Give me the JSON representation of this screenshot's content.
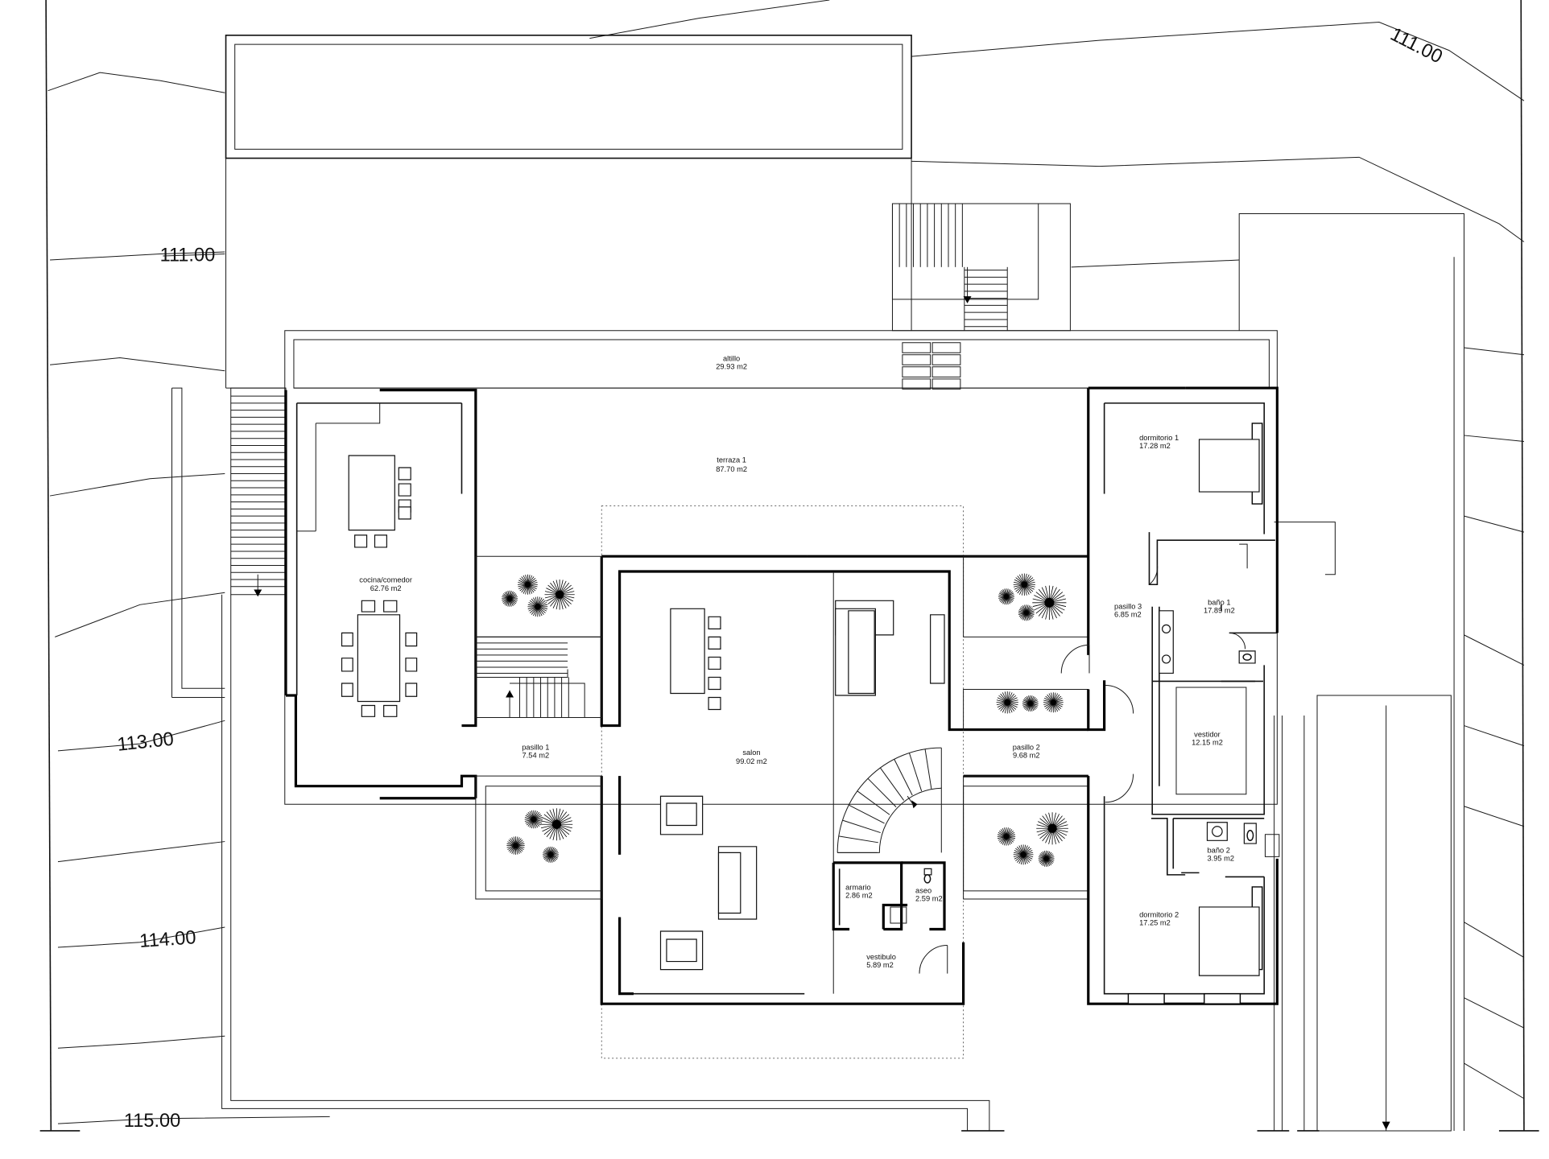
{
  "elevation_labels": {
    "e111_left": "111.00",
    "e111_right": "111.00",
    "e113": "113.00",
    "e114": "114.00",
    "e115": "115.00"
  },
  "rooms": {
    "altillo": {
      "name": "altillo",
      "area": "29.93 m2"
    },
    "terraza": {
      "name": "terraza 1",
      "area": "87.70 m2"
    },
    "cocina": {
      "name": "cocina/comedor",
      "area": "62.76 m2"
    },
    "pasillo1": {
      "name": "pasillo 1",
      "area": "7.54 m2"
    },
    "salon": {
      "name": "salon",
      "area": "99.02 m2"
    },
    "pasillo2": {
      "name": "pasillo 2",
      "area": "9.68 m2"
    },
    "pasillo3": {
      "name": "pasillo 3",
      "area": "6.85 m2"
    },
    "dormitorio1": {
      "name": "dormitorio 1",
      "area": "17.28 m2"
    },
    "bano1": {
      "name": "baño 1",
      "area": "17.89 m2"
    },
    "vestidor": {
      "name": "vestidor",
      "area": "12.15 m2"
    },
    "bano2": {
      "name": "baño 2",
      "area": "3.95 m2"
    },
    "dormitorio2": {
      "name": "dormitorio 2",
      "area": "17.25 m2"
    },
    "armario": {
      "name": "armario",
      "area": "2.86 m2"
    },
    "aseo": {
      "name": "aseo",
      "area": "2.59 m2"
    },
    "vestibulo": {
      "name": "vestibulo",
      "area": "5.89 m2"
    }
  }
}
